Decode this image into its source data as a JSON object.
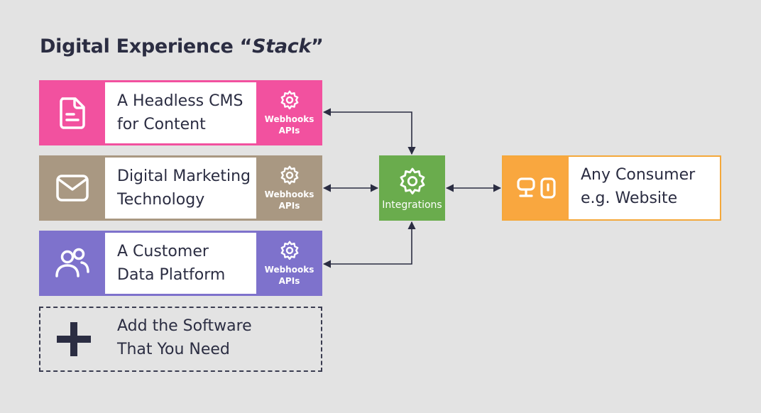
{
  "title": {
    "prefix": "Digital Experience “",
    "emphasis": "Stack",
    "suffix": "”"
  },
  "stack_items": [
    {
      "line1": "A Headless CMS",
      "line2": "for Content",
      "api_line1": "Webhooks",
      "api_line2": "APIs",
      "icon": "document-icon",
      "color": "#f2519f"
    },
    {
      "line1": "Digital Marketing",
      "line2": "Technology",
      "api_line1": "Webhooks",
      "api_line2": "APIs",
      "icon": "mail-icon",
      "color": "#a99882"
    },
    {
      "line1": "A Customer",
      "line2": "Data Platform",
      "api_line1": "Webhooks",
      "api_line2": "APIs",
      "icon": "users-icon",
      "color": "#7e72cc"
    }
  ],
  "add_software": {
    "line1": "Add the Software",
    "line2": "That You Need",
    "icon": "plus-icon"
  },
  "hub": {
    "label": "Integrations",
    "icon": "gear-icon",
    "color": "#6aac4d"
  },
  "consumer": {
    "line1": "Any Consumer",
    "line2": "e.g. Website",
    "icons": [
      "monitor-icon",
      "mobile-icon"
    ],
    "color": "#f9a73f"
  },
  "colors": {
    "background": "#e3e3e3",
    "text": "#2b2d42",
    "connector": "#2b2d42"
  }
}
